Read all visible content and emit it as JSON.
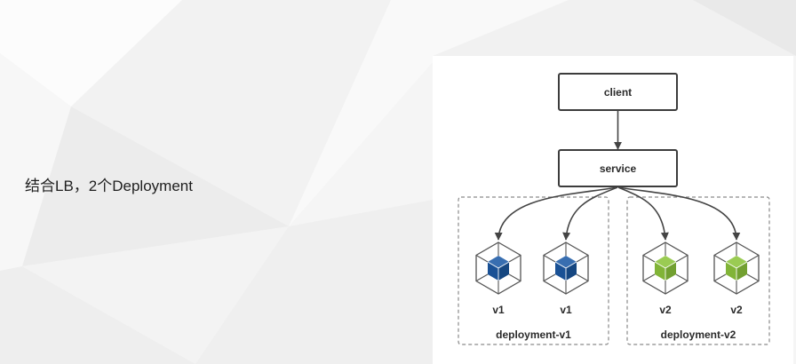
{
  "slide": {
    "caption": "结合LB，2个Deployment"
  },
  "diagram": {
    "client_label": "client",
    "service_label": "service",
    "pod_icon": "pod-cube-icon",
    "groups": [
      {
        "label": "deployment-v1",
        "pods": [
          {
            "label": "v1"
          },
          {
            "label": "v1"
          }
        ]
      },
      {
        "label": "deployment-v2",
        "pods": [
          {
            "label": "v2"
          },
          {
            "label": "v2"
          }
        ]
      }
    ],
    "colors": {
      "v1": "#1d5ba6",
      "v2": "#8cc43c",
      "box_border": "#3c3c3c",
      "group_border": "#8a8a8a",
      "arrow": "#444444",
      "panel": "#ffffff"
    }
  }
}
